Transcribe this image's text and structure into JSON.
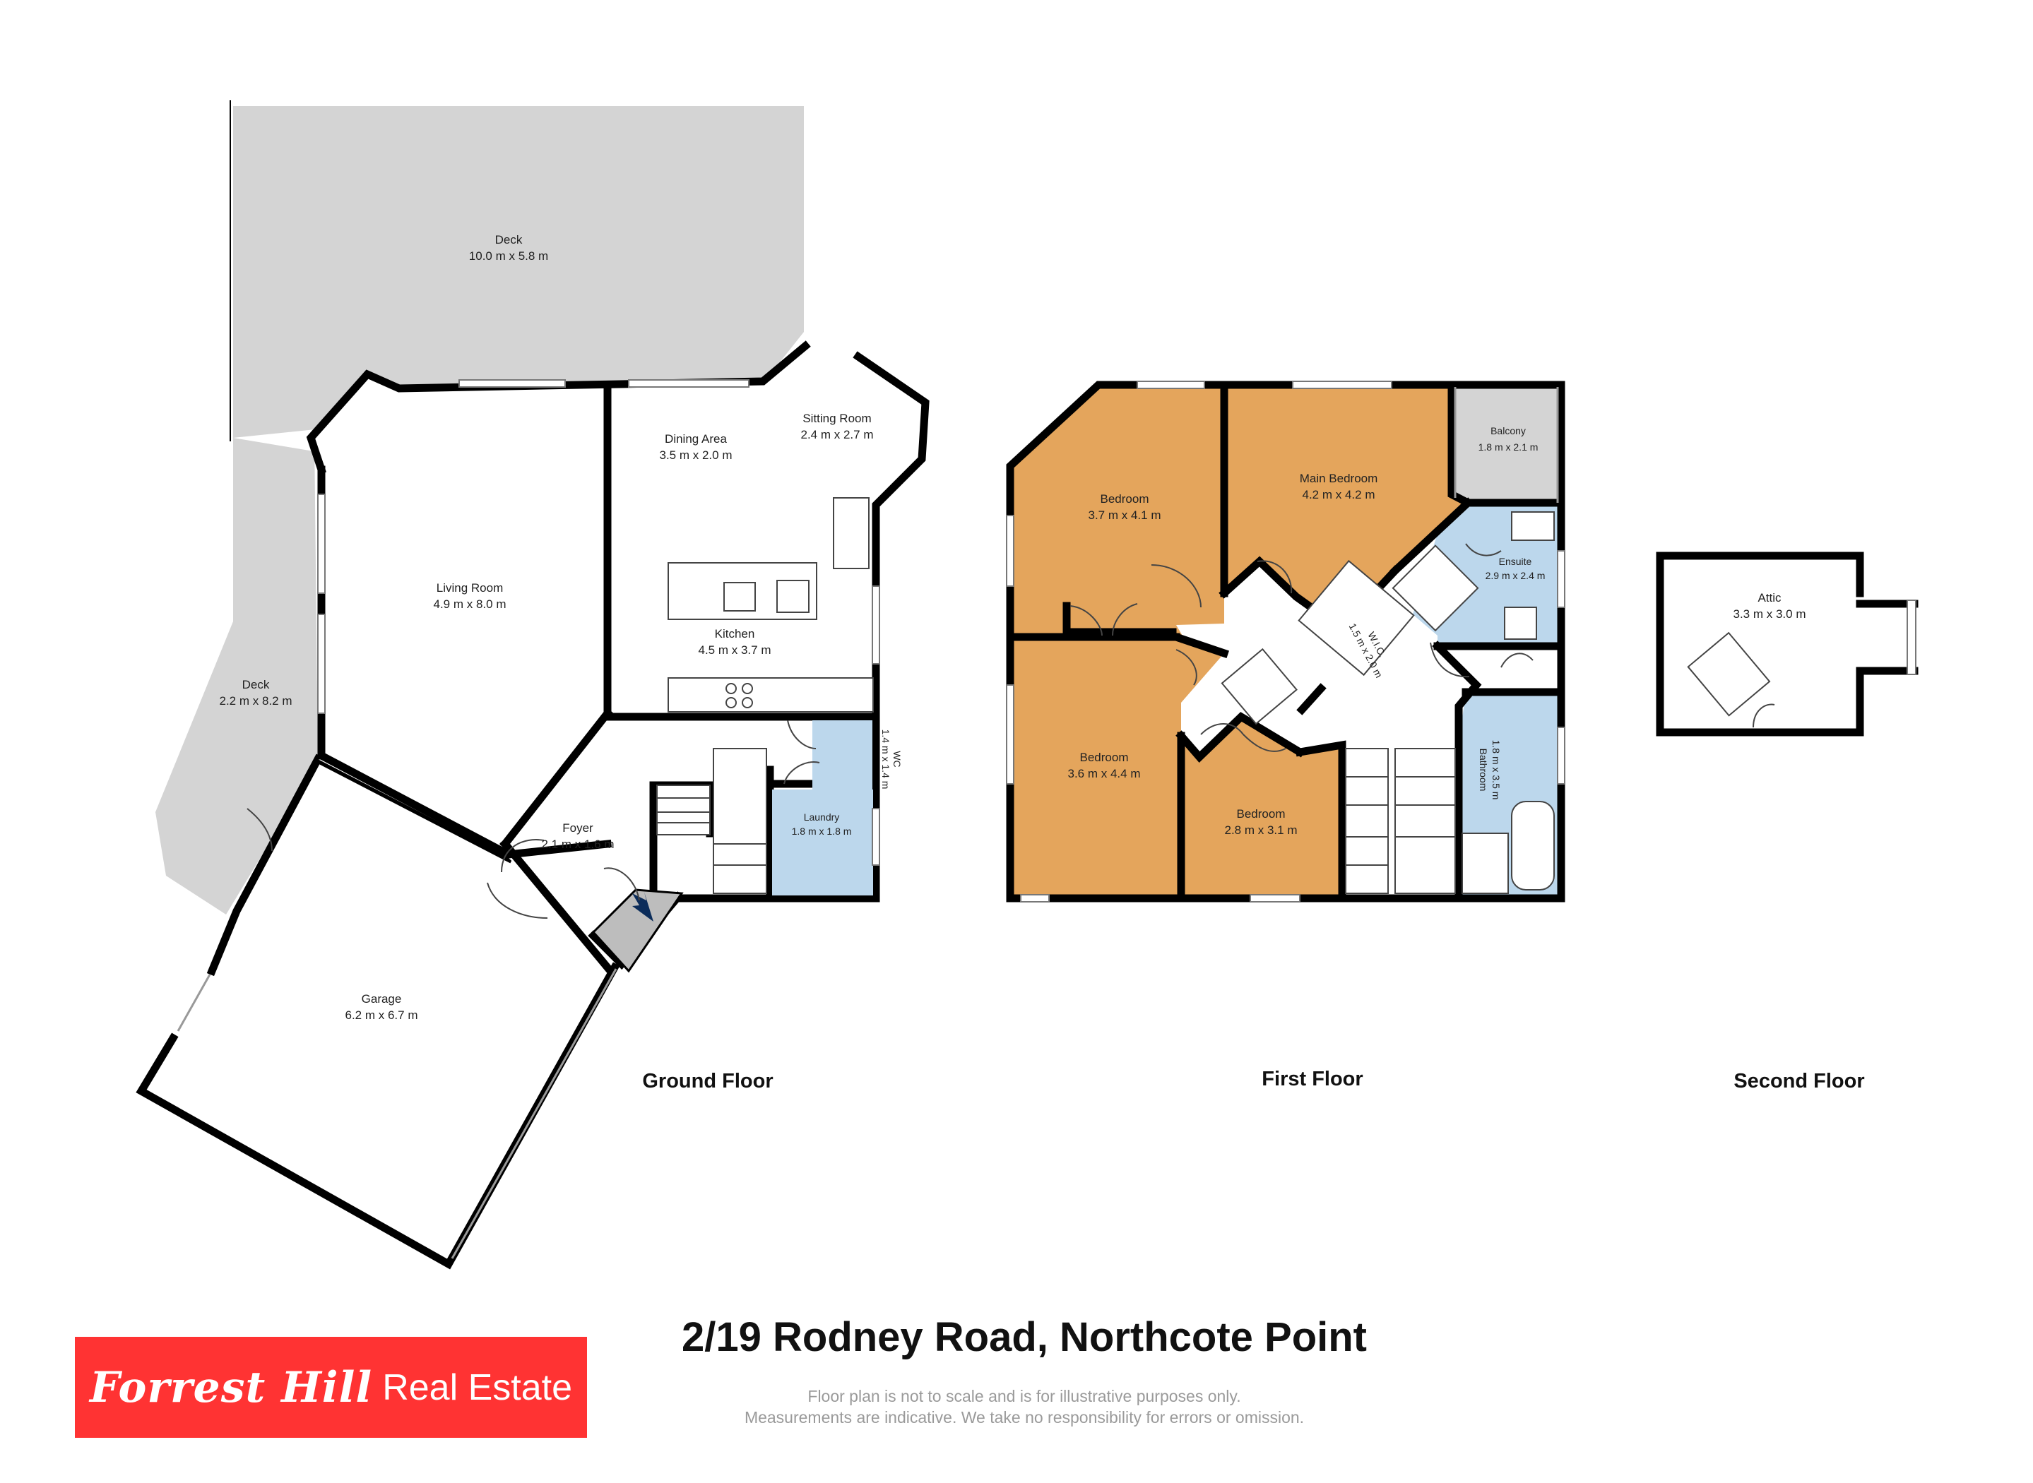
{
  "colors": {
    "bedroom": "#e4a55c",
    "wet": "#bcd7ec",
    "outdoor": "#d4d4d4",
    "accent": "#ff3333"
  },
  "ground_floor": {
    "label": "Ground Floor",
    "rooms": {
      "deck_top": {
        "name": "Deck",
        "size": "10.0 m x 5.8 m"
      },
      "deck_side": {
        "name": "Deck",
        "size": "2.2 m x 8.2 m"
      },
      "living": {
        "name": "Living Room",
        "size": "4.9 m x 8.0 m"
      },
      "dining": {
        "name": "Dining Area",
        "size": "3.5 m x 2.0 m"
      },
      "sitting": {
        "name": "Sitting Room",
        "size": "2.4 m x 2.7 m"
      },
      "kitchen": {
        "name": "Kitchen",
        "size": "4.5 m x 3.7 m"
      },
      "wc": {
        "name": "WC",
        "size": "1.4 m x 1.4 m"
      },
      "laundry": {
        "name": "Laundry",
        "size": "1.8 m x 1.8 m"
      },
      "foyer": {
        "name": "Foyer",
        "size": "2.1 m x 1.6 m"
      },
      "garage": {
        "name": "Garage",
        "size": "6.2 m x 6.7 m"
      }
    }
  },
  "first_floor": {
    "label": "First Floor",
    "rooms": {
      "bedroom1": {
        "name": "Bedroom",
        "size": "3.7 m x 4.1 m"
      },
      "main_bedroom": {
        "name": "Main Bedroom",
        "size": "4.2 m x 4.2 m"
      },
      "balcony": {
        "name": "Balcony",
        "size": "1.8 m x 2.1 m"
      },
      "ensuite": {
        "name": "Ensuite",
        "size": "2.9 m x 2.4 m"
      },
      "wic": {
        "name": "W.I.C.",
        "size": "1.5 m x 2.0 m"
      },
      "bedroom2": {
        "name": "Bedroom",
        "size": "3.6 m x 4.4 m"
      },
      "bedroom3": {
        "name": "Bedroom",
        "size": "2.8 m x 3.1 m"
      },
      "bathroom": {
        "name": "Bathroom",
        "size": "1.8 m x 3.5 m"
      }
    }
  },
  "second_floor": {
    "label": "Second Floor",
    "rooms": {
      "attic": {
        "name": "Attic",
        "size": "3.3 m x 3.0 m"
      }
    }
  },
  "address": "2/19 Rodney Road, Northcote Point",
  "disclaimer": {
    "line1": "Floor plan is not to scale and is for illustrative purposes only.",
    "line2": "Measurements are indicative. We take no responsibility for errors or omission."
  },
  "logo": {
    "brand": "Forrest Hill",
    "suffix": "Real Estate"
  }
}
